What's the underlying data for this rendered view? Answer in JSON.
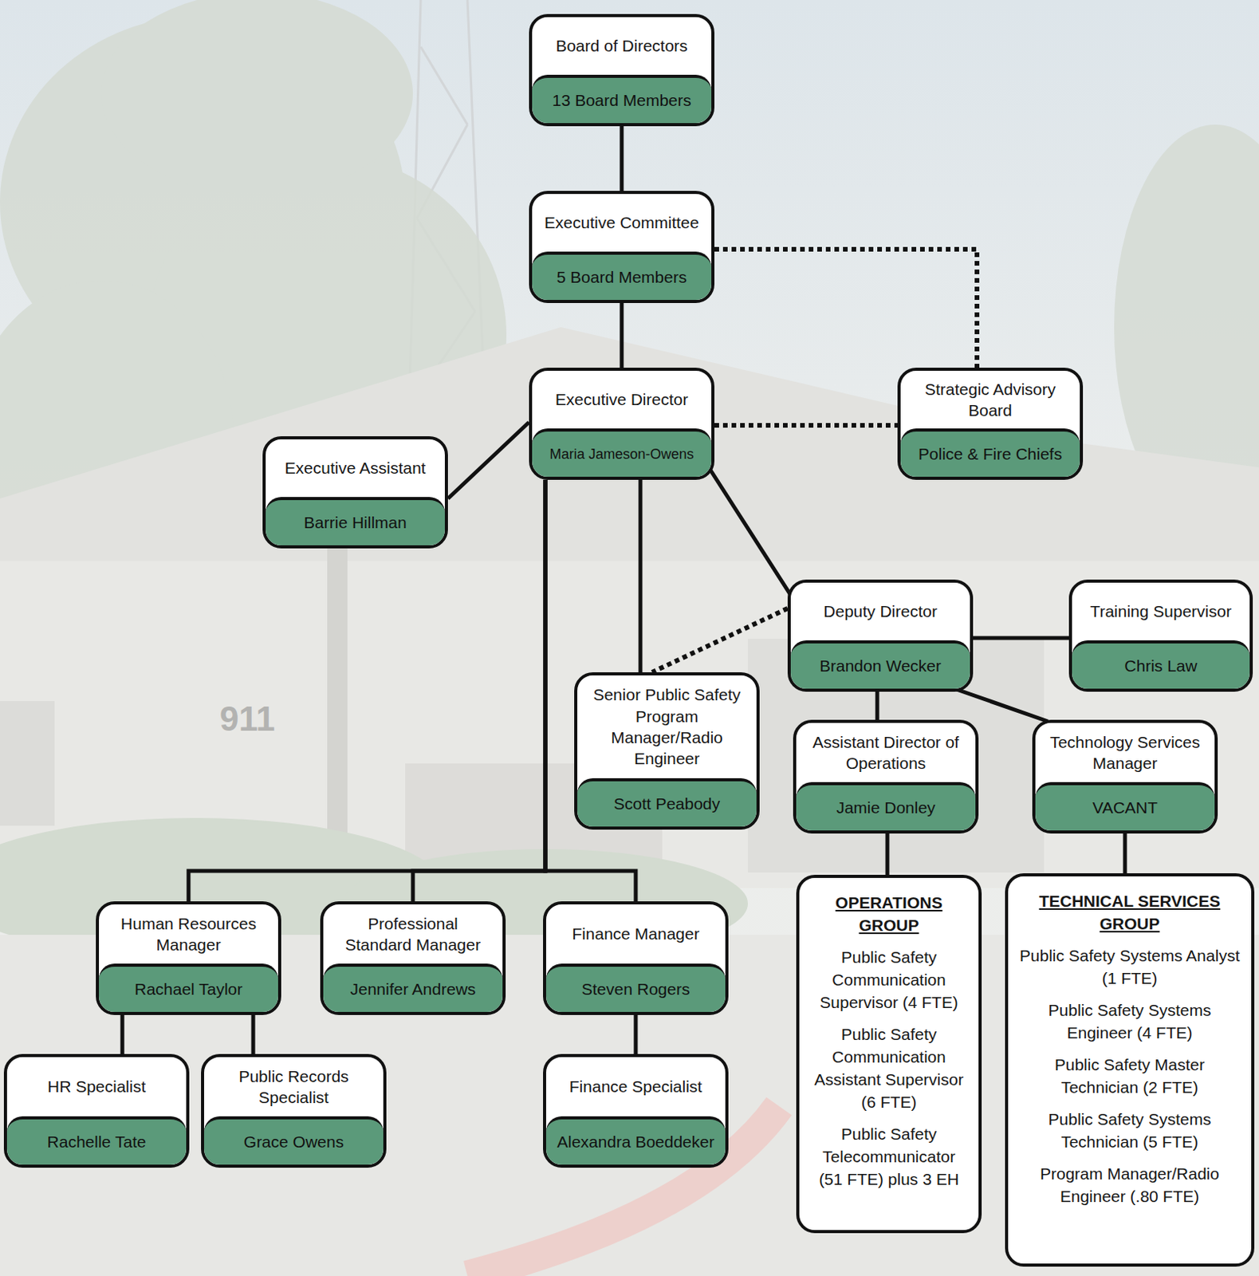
{
  "diagram": {
    "nodes": [
      {
        "text": [
          "Board of Directors",
          "13 Board Members"
        ]
      },
      {
        "text": [
          "Executive Committee",
          "5 Board Members"
        ]
      },
      {
        "text": [
          "Executive Director",
          "Maria Jameson-Owens"
        ]
      },
      {
        "text": [
          "Strategic Advisory Board",
          "Police & Fire Chiefs"
        ]
      },
      {
        "text": [
          "Executive Assistant",
          "Barrie Hillman"
        ]
      },
      {
        "text": [
          "Deputy Director",
          "Brandon Wecker"
        ]
      },
      {
        "text": [
          "Training Supervisor",
          "Chris Law"
        ]
      },
      {
        "text": [
          "Senior Public Safety Program Manager/Radio Engineer",
          "Scott Peabody"
        ]
      },
      {
        "text": [
          "Assistant Director of Operations",
          "Jamie Donley"
        ]
      },
      {
        "text": [
          "Technology Services Manager",
          "VACANT"
        ]
      },
      {
        "text": [
          "Human Resources Manager",
          "Rachael Taylor"
        ]
      },
      {
        "text": [
          "Professional Standard Manager",
          "Jennifer Andrews"
        ]
      },
      {
        "text": [
          "Finance Manager",
          "Steven Rogers"
        ]
      },
      {
        "text": [
          "OPERATIONS GROUP",
          "Public Safety Communication Supervisor (4 FTE)",
          "Public Safety Communication Assistant Supervisor (6 FTE)",
          "Public Safety Telecommunicator (51 FTE) plus 3 EH"
        ]
      },
      {
        "text": [
          "TECHNICAL SERVICES GROUP",
          "Public Safety Systems Analyst (1 FTE)",
          "Public Safety Systems Engineer (4 FTE)",
          "Public Safety Master Technician (2 FTE)",
          "Public Safety Systems Technician (5 FTE)",
          "Program Manager/Radio Engineer (.80 FTE)"
        ]
      },
      {
        "text": [
          "HR Specialist",
          "Rachelle Tate"
        ]
      },
      {
        "text": [
          "Public Records Specialist",
          "Grace Owens"
        ]
      },
      {
        "text": [
          "Finance Specialist",
          "Alexandra Boeddeker"
        ]
      }
    ],
    "edges": [
      {
        "from": 0,
        "to": 1,
        "arrow": "none"
      },
      {
        "from": 1,
        "to": 2,
        "arrow": "none"
      },
      {
        "from": 1,
        "to": 3,
        "arrow": "none"
      },
      {
        "from": 2,
        "to": 3,
        "arrow": "none"
      },
      {
        "from": 2,
        "to": 4,
        "arrow": "none"
      },
      {
        "from": 2,
        "to": 7,
        "arrow": "none"
      },
      {
        "from": 2,
        "to": 5,
        "arrow": "none"
      },
      {
        "from": 5,
        "to": 7,
        "arrow": "none"
      },
      {
        "from": 5,
        "to": 6,
        "arrow": "none"
      },
      {
        "from": 5,
        "to": 8,
        "arrow": "none"
      },
      {
        "from": 5,
        "to": 9,
        "arrow": "none"
      },
      {
        "from": 2,
        "to": 10,
        "arrow": "none"
      },
      {
        "from": 2,
        "to": 11,
        "arrow": "none"
      },
      {
        "from": 2,
        "to": 12,
        "arrow": "none"
      },
      {
        "from": 10,
        "to": 15,
        "arrow": "none"
      },
      {
        "from": 10,
        "to": 16,
        "arrow": "none"
      },
      {
        "from": 12,
        "to": 17,
        "arrow": "none"
      },
      {
        "from": 8,
        "to": 13,
        "arrow": "none"
      },
      {
        "from": 9,
        "to": 14,
        "arrow": "none"
      }
    ],
    "labels": [
      "911"
    ]
  }
}
